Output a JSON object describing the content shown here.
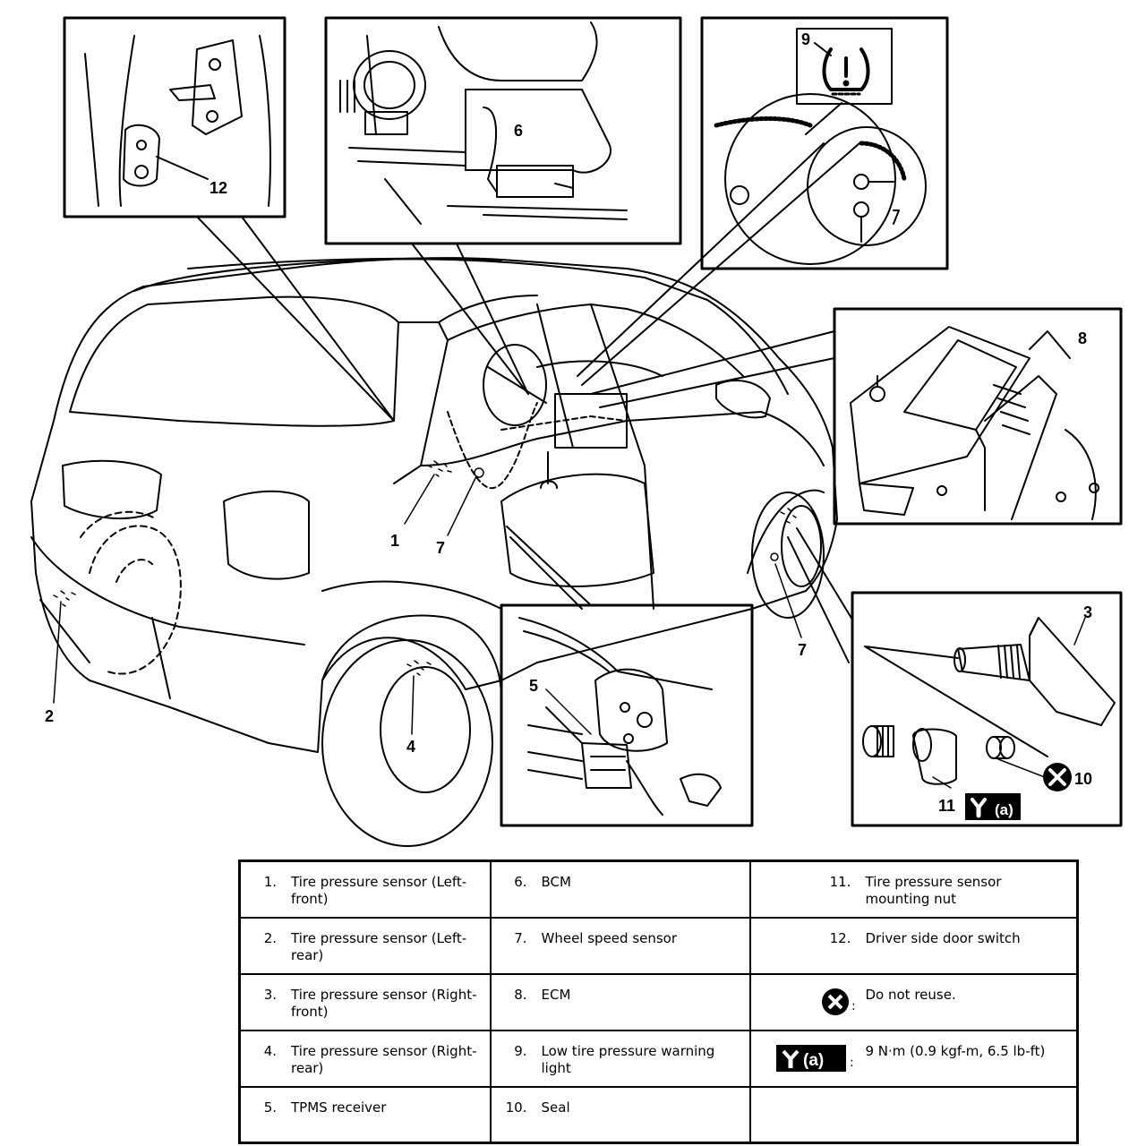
{
  "callouts": {
    "c1": "1",
    "c2": "2",
    "c3": "3",
    "c4": "4",
    "c5": "5",
    "c6": "6",
    "c7a": "7",
    "c7b": "7",
    "c8": "8",
    "c9": "9",
    "c10": "10",
    "c11": "11",
    "c12": "12"
  },
  "torque_badge": "(a)",
  "legend": {
    "rows": [
      [
        {
          "num": "1.",
          "text": "Tire pressure sensor (Left-front)"
        },
        {
          "num": "6.",
          "text": "BCM"
        },
        {
          "num": "11.",
          "text": "Tire pressure sensor mounting nut"
        }
      ],
      [
        {
          "num": "2.",
          "text": "Tire pressure sensor (Left-rear)"
        },
        {
          "num": "7.",
          "text": "Wheel speed sensor"
        },
        {
          "num": "12.",
          "text": "Driver side door switch"
        }
      ],
      [
        {
          "num": "3.",
          "text": "Tire pressure sensor (Right-front)"
        },
        {
          "num": "8.",
          "text": "ECM"
        },
        {
          "icon": "do-not-reuse-icon",
          "text": "Do not reuse."
        }
      ],
      [
        {
          "num": "4.",
          "text": "Tire pressure sensor (Right-rear)"
        },
        {
          "num": "9.",
          "text": "Low tire pressure warning light"
        },
        {
          "icon": "torque-wrench-icon",
          "badge": "(a)",
          "text": "9 N·m (0.9 kgf-m, 6.5 lb-ft)"
        }
      ],
      [
        {
          "num": "5.",
          "text": "TPMS receiver"
        },
        {
          "num": "10.",
          "text": "Seal"
        },
        {
          "text": ""
        }
      ]
    ]
  }
}
